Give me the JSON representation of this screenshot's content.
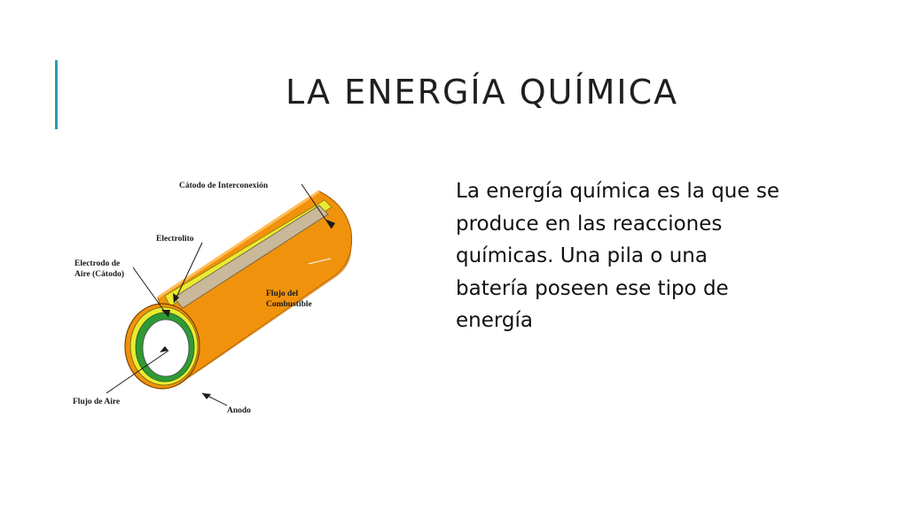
{
  "slide": {
    "title": "LA ENERGÍA QUÍMICA",
    "body": "La energía química es la que se produce en las reacciones químicas. Una pila o una batería poseen ese tipo de energía",
    "accent_color": "#2a9bb5"
  },
  "figure": {
    "labels": {
      "catodo_interconexion": "Cátodo de Interconexión",
      "electrolito": "Electrolito",
      "electrodo_aire_1": "Electrodo de",
      "electrodo_aire_2": "Aire (Cátodo)",
      "flujo_combustible_1": "Flujo del",
      "flujo_combustible_2": "Combustible",
      "flujo_aire": "Flujo de Aire",
      "anodo": "Anodo"
    },
    "colors": {
      "anode": "#f0920c",
      "electrolyte": "#ecea30",
      "cathode_ring": "#2f9a35",
      "interconnect": "#c9b89a"
    }
  }
}
